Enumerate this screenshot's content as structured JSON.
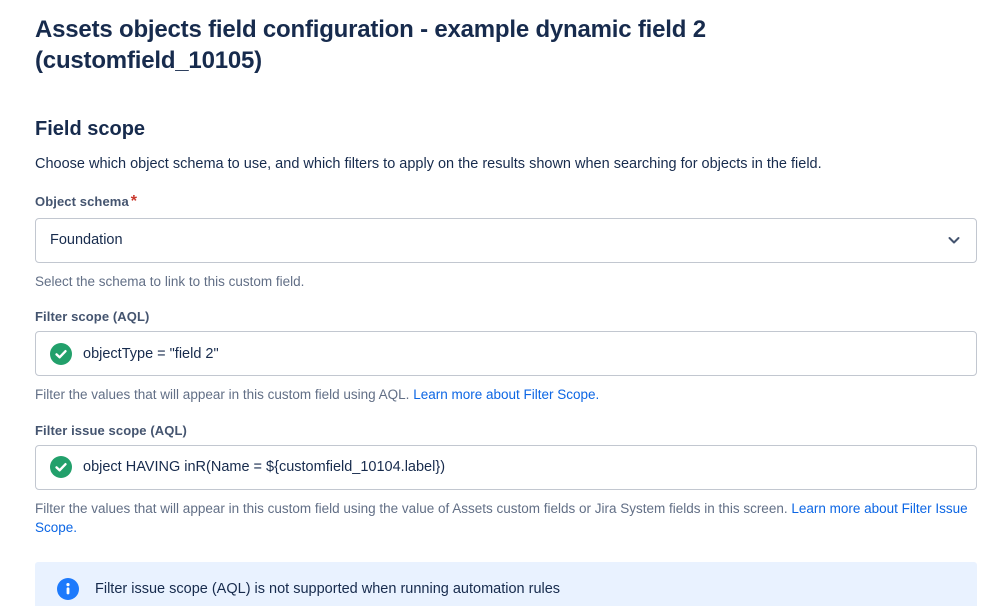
{
  "page": {
    "title": "Assets objects field configuration - example dynamic field 2 (customfield_10105)"
  },
  "section": {
    "heading": "Field scope",
    "description": "Choose which object schema to use, and which filters to apply on the results shown when searching for objects in the field."
  },
  "object_schema": {
    "label": "Object schema",
    "required_marker": "*",
    "selected_value": "Foundation",
    "help": "Select the schema to link to this custom field.",
    "icon": "chevron-down-icon"
  },
  "filter_scope": {
    "label": "Filter scope (AQL)",
    "value": "objectType = \"field 2\"",
    "status_icon": "check-circle-icon",
    "help": "Filter the values that will appear in this custom field using AQL. ",
    "link_label": "Learn more about Filter Scope."
  },
  "filter_issue_scope": {
    "label": "Filter issue scope (AQL)",
    "value": "object HAVING inR(Name = ${customfield_10104.label})",
    "status_icon": "check-circle-icon",
    "help": "Filter the values that will appear in this custom field using the value of Assets custom fields or Jira System fields in this screen. ",
    "link_label": "Learn more about Filter Issue Scope."
  },
  "info_banner": {
    "icon": "info-icon",
    "text": "Filter issue scope (AQL) is not supported when running automation rules"
  },
  "colors": {
    "heading_text": "#172B4D",
    "label_text": "#44546F",
    "help_text": "#626F86",
    "link_blue": "#0C66E4",
    "valid_green": "#22A06B",
    "info_blue": "#1D7AFC",
    "banner_background": "#E9F2FF",
    "required_red": "#C9372C",
    "input_border": "#C2C7D0"
  }
}
